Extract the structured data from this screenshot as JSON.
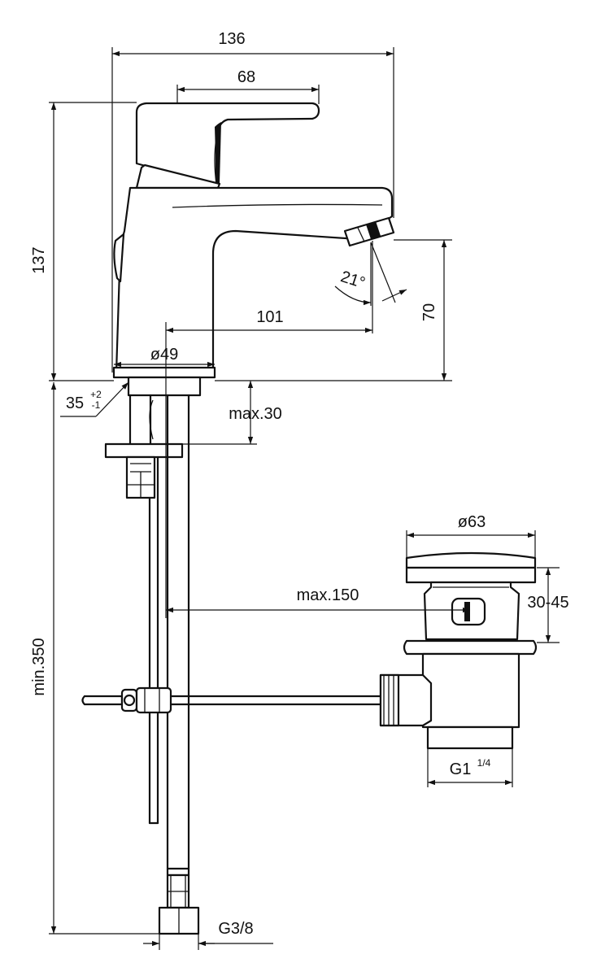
{
  "dimensions": {
    "overall_width": "136",
    "handle_length": "68",
    "total_height": "137",
    "spout_reach": "101",
    "spout_height": "70",
    "spray_angle": "21°",
    "base_diameter": "ø49",
    "hole_size_main": "35",
    "hole_tol_plus": "+2",
    "hole_tol_minus": "-1",
    "deck_thickness": "max.30",
    "waste_diameter": "ø63",
    "pull_rod_reach": "max.150",
    "waste_adjust": "30-45",
    "waste_thread": "G1",
    "waste_thread_sup": "1/4",
    "min_length": "min.350",
    "supply_thread": "G3/8"
  }
}
